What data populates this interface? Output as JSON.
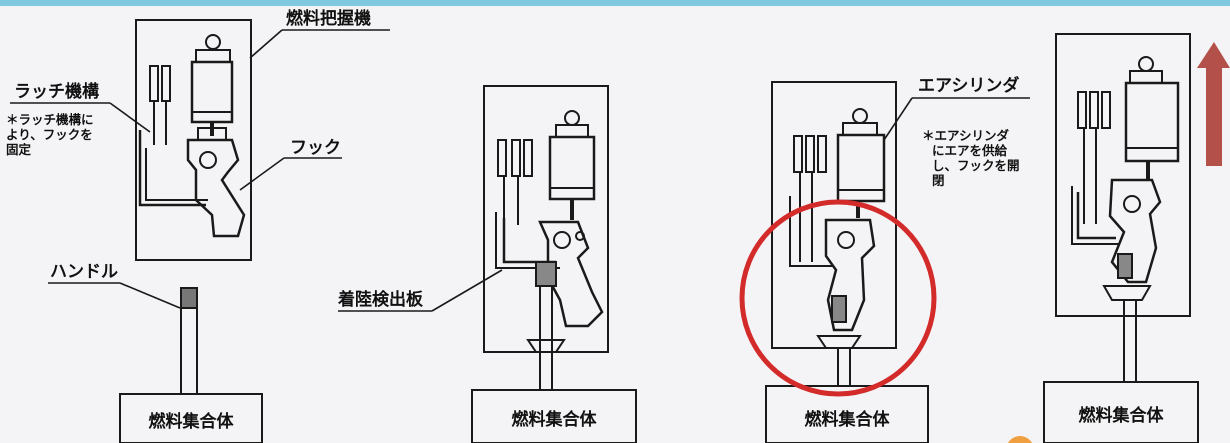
{
  "labels": {
    "fuel_grapple": "燃料把握機",
    "latch_mechanism": "ラッチ機構",
    "hook": "フック",
    "handle": "ハンドル",
    "landing_detection_plate": "着陸検出板",
    "air_cylinder": "エアシリンダ"
  },
  "notes": {
    "latch_note": [
      "＊ラッチ機構に",
      "より、フックを",
      "固定"
    ],
    "air_note": [
      "＊エアシリンダ",
      "にエアを供給",
      "し、フックを開",
      "閉"
    ]
  },
  "fuel_assembly_label": "燃料集合体",
  "colors": {
    "highlight_circle": "#d32a2a",
    "lift_arrow": "#b4504a",
    "line": "#1a1a1a",
    "top_bar": "#7fc8e0"
  },
  "icons": {
    "lift_arrow": "up-arrow-icon",
    "highlight": "red-circle-highlight"
  }
}
